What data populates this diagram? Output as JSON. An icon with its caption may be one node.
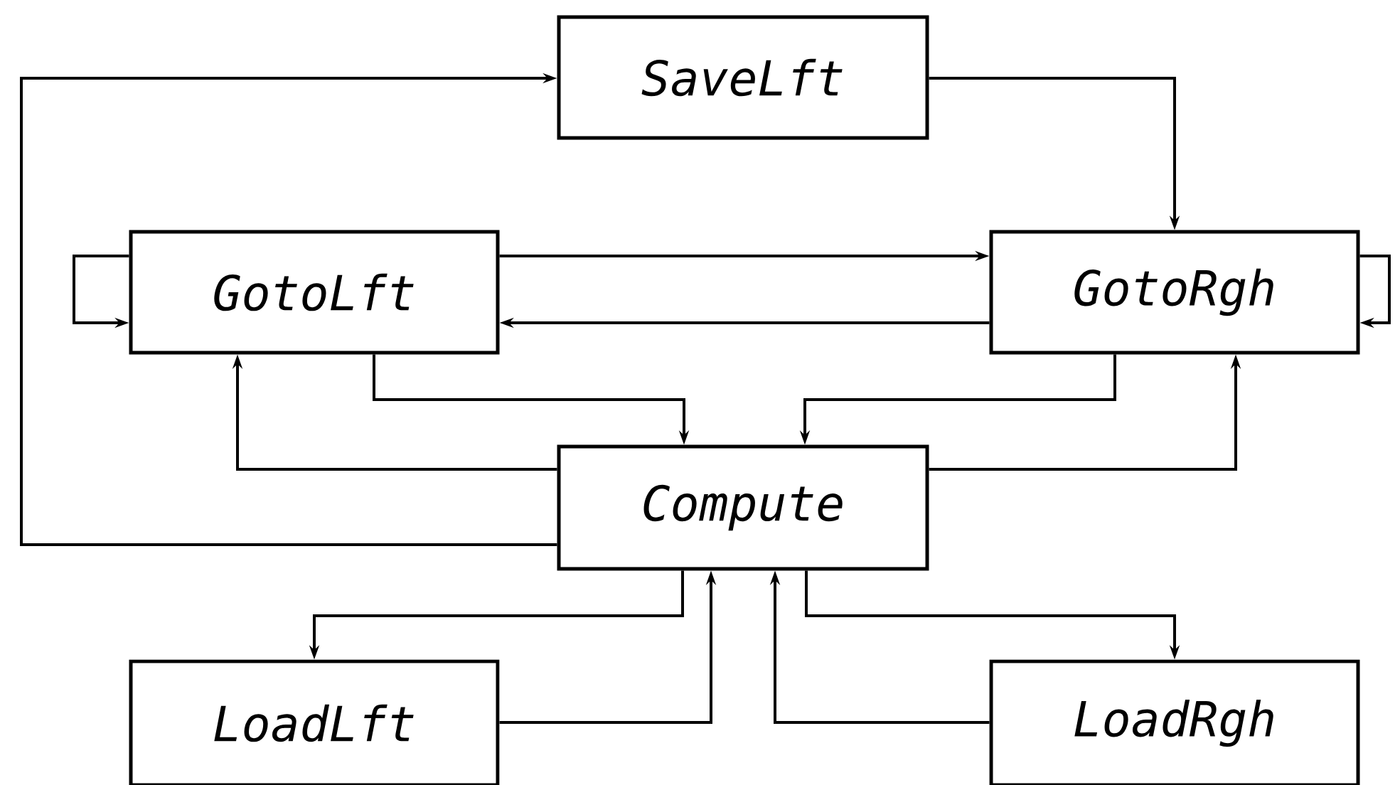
{
  "diagram": {
    "nodes": [
      {
        "text": [
          "SaveLft"
        ]
      },
      {
        "text": [
          "GotoLft"
        ]
      },
      {
        "text": [
          "GotoRgh"
        ]
      },
      {
        "text": [
          "Compute"
        ]
      },
      {
        "text": [
          "LoadLft"
        ]
      },
      {
        "text": [
          "LoadRgh"
        ]
      }
    ],
    "edges": [
      {
        "from": 3,
        "to": 0,
        "arrow": "to"
      },
      {
        "from": 0,
        "to": 2,
        "arrow": "to"
      },
      {
        "from": 1,
        "to": 1,
        "arrow": "to"
      },
      {
        "from": 1,
        "to": 2,
        "arrow": "to"
      },
      {
        "from": 2,
        "to": 1,
        "arrow": "to"
      },
      {
        "from": 2,
        "to": 2,
        "arrow": "to"
      },
      {
        "from": 1,
        "to": 3,
        "arrow": "to"
      },
      {
        "from": 2,
        "to": 3,
        "arrow": "to"
      },
      {
        "from": 3,
        "to": 1,
        "arrow": "to"
      },
      {
        "from": 3,
        "to": 2,
        "arrow": "to"
      },
      {
        "from": 3,
        "to": 4,
        "arrow": "to"
      },
      {
        "from": 4,
        "to": 3,
        "arrow": "to"
      },
      {
        "from": 5,
        "to": 3,
        "arrow": "to"
      },
      {
        "from": 3,
        "to": 5,
        "arrow": "to"
      }
    ]
  }
}
